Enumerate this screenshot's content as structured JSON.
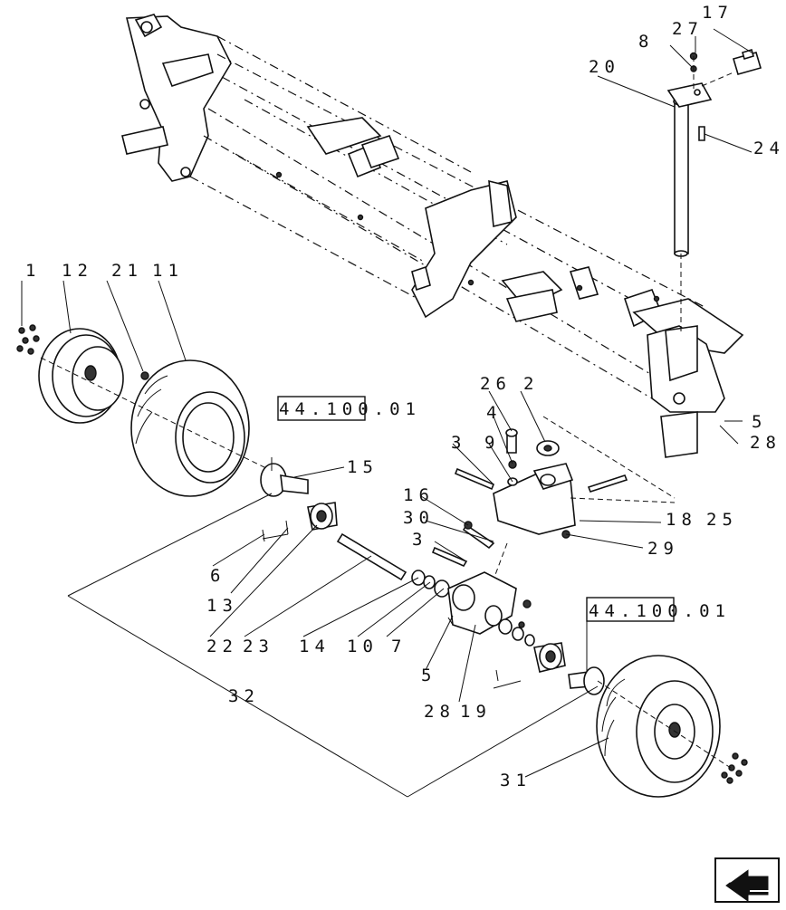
{
  "callouts": [
    {
      "id": "c17",
      "text": "17"
    },
    {
      "id": "c8",
      "text": "8"
    },
    {
      "id": "c27",
      "text": "27"
    },
    {
      "id": "c20",
      "text": "20"
    },
    {
      "id": "c24",
      "text": "24"
    },
    {
      "id": "c1",
      "text": "1"
    },
    {
      "id": "c12",
      "text": "12"
    },
    {
      "id": "c21",
      "text": "21"
    },
    {
      "id": "c11",
      "text": "11"
    },
    {
      "id": "c26",
      "text": "26"
    },
    {
      "id": "c2",
      "text": "2"
    },
    {
      "id": "c4",
      "text": "4"
    },
    {
      "id": "c3a",
      "text": "3"
    },
    {
      "id": "c9",
      "text": "9"
    },
    {
      "id": "c5a",
      "text": "5"
    },
    {
      "id": "c28a",
      "text": "28"
    },
    {
      "id": "c15",
      "text": "15"
    },
    {
      "id": "c16",
      "text": "16"
    },
    {
      "id": "c30",
      "text": "30"
    },
    {
      "id": "c18",
      "text": "18"
    },
    {
      "id": "c25",
      "text": "25"
    },
    {
      "id": "c3b",
      "text": "3"
    },
    {
      "id": "c29",
      "text": "29"
    },
    {
      "id": "c6",
      "text": "6"
    },
    {
      "id": "c13",
      "text": "13"
    },
    {
      "id": "c22",
      "text": "22"
    },
    {
      "id": "c23",
      "text": "23"
    },
    {
      "id": "c14",
      "text": "14"
    },
    {
      "id": "c10",
      "text": "10"
    },
    {
      "id": "c7",
      "text": "7"
    },
    {
      "id": "c5b",
      "text": "5"
    },
    {
      "id": "c28b",
      "text": "28"
    },
    {
      "id": "c19",
      "text": "19"
    },
    {
      "id": "c32",
      "text": "32"
    },
    {
      "id": "c31",
      "text": "31"
    }
  ],
  "references": [
    {
      "id": "ref1",
      "text": "44.100.01"
    },
    {
      "id": "ref2",
      "text": "44.100.01"
    }
  ],
  "icons": {
    "nav": "next-page-arrow-icon"
  }
}
